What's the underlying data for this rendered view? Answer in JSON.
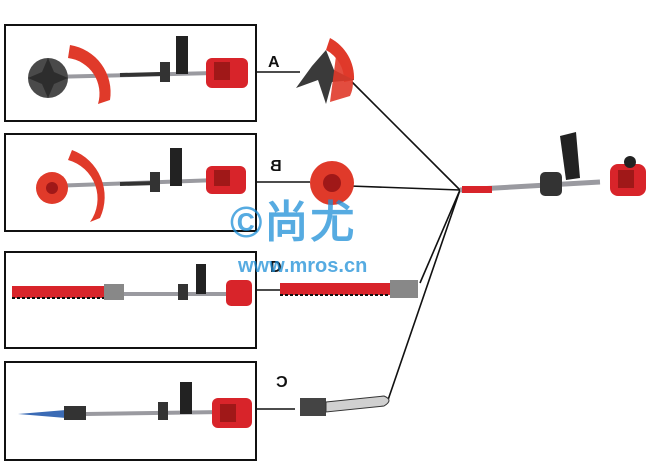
{
  "letters": {
    "a": "A",
    "b": "B",
    "d": "D",
    "c": "C"
  },
  "watermark": {
    "brand": "©尚尤",
    "url": "www.mros.cn"
  },
  "colors": {
    "engine_red": "#d8242a",
    "blade_red": "#e03a2a",
    "shaft": "#9a9aa0",
    "watermark_blue": "#1e8fd8"
  }
}
